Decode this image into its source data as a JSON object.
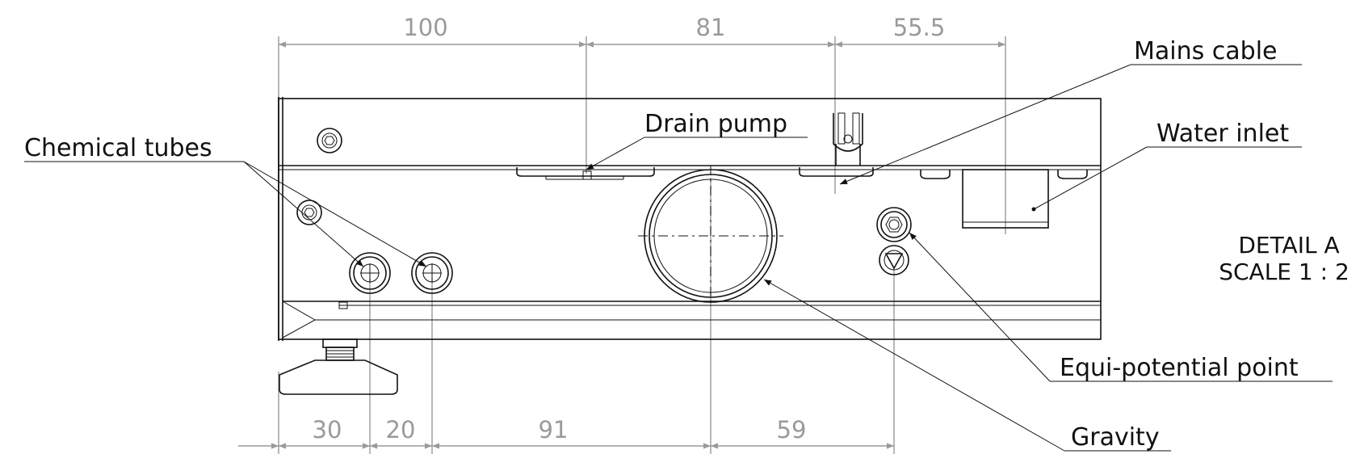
{
  "dimensions_top": [
    "100",
    "81",
    "55.5"
  ],
  "dimensions_bottom": [
    "30",
    "20",
    "91",
    "59"
  ],
  "callouts": {
    "chemical_tubes": "Chemical tubes",
    "drain_pump": "Drain pump",
    "mains_cable": "Mains cable",
    "water_inlet": "Water inlet",
    "equi_potential": "Equi-potential point",
    "gravity": "Gravity"
  },
  "detail": {
    "line1": "DETAIL A",
    "line2": "SCALE 1 : 2"
  },
  "colors": {
    "outline": "#111111",
    "dimension": "#9a9a9a"
  }
}
